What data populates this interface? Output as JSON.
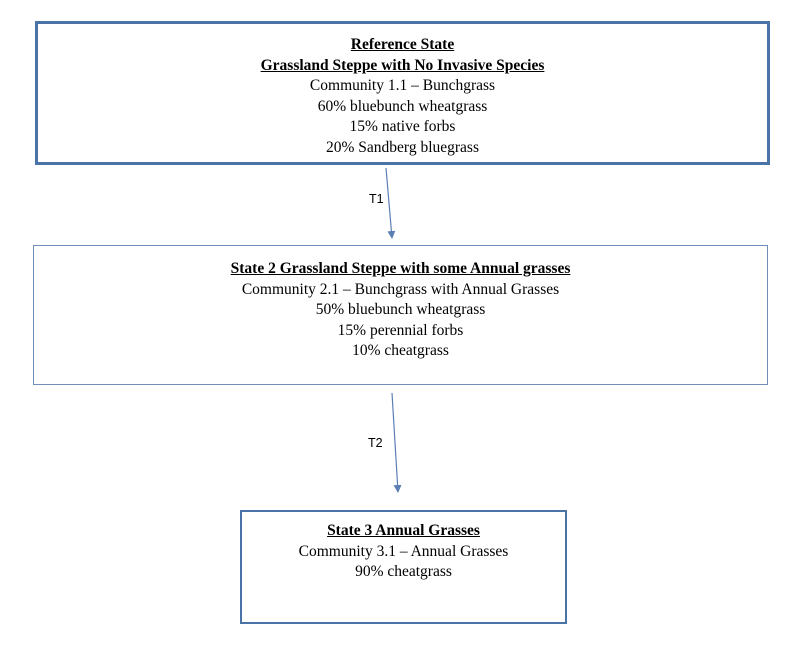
{
  "states": [
    {
      "title_lines": [
        "Reference State",
        "Grassland Steppe with No Invasive Species"
      ],
      "lines": [
        "Community 1.1 – Bunchgrass",
        "60% bluebunch wheatgrass",
        "15% native forbs",
        "20% Sandberg bluegrass"
      ]
    },
    {
      "title_lines": [
        "State 2 Grassland Steppe with some Annual grasses"
      ],
      "lines": [
        "Community 2.1 – Bunchgrass with Annual Grasses",
        "50% bluebunch wheatgrass",
        "15% perennial forbs",
        "10% cheatgrass"
      ]
    },
    {
      "title_lines": [
        "State 3 Annual Grasses"
      ],
      "lines": [
        "Community 3.1 – Annual Grasses",
        "90% cheatgrass"
      ]
    }
  ],
  "transitions": [
    {
      "label": "T1"
    },
    {
      "label": "T2"
    }
  ],
  "colors": {
    "box_border": "#4a73a8",
    "arrow": "#5b7fb5"
  }
}
